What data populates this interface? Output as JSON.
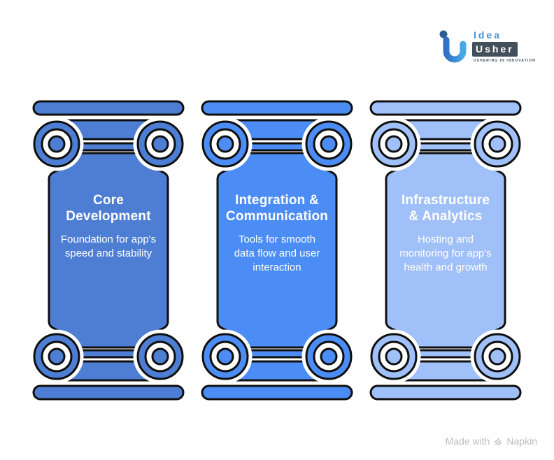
{
  "canvas": {
    "background": "#ffffff",
    "outline_color": "#0f0f0f"
  },
  "logo": {
    "brand_line1": "Idea",
    "brand_line2": "Usher",
    "tagline": "USHERING IN INNOVATION",
    "colors": {
      "u_gradient_left": "#2f70c2",
      "u_gradient_right": "#47a9e9",
      "dot": "#2d5f91",
      "idea_text": "#4a90d9",
      "usher_box": "#43505c",
      "usher_text": "#ffffff",
      "tagline_text": "#3c4c5c"
    }
  },
  "pillars": [
    {
      "title": "Core\nDevelopment",
      "description": "Foundation for app's\nspeed and stability",
      "color": "#4E7ED4"
    },
    {
      "title": "Integration &\nCommunication",
      "description": "Tools for smooth\ndata flow and user\ninteraction",
      "color": "#4B8DF5"
    },
    {
      "title": "Infrastructure\n& Analytics",
      "description": "Hosting and\nmonitoring for app's\nhealth and growth",
      "color": "#A0C0F9"
    }
  ],
  "footer": {
    "made_with": "Made with",
    "brand": "Napkin",
    "text_color": "#bdbdbd"
  }
}
